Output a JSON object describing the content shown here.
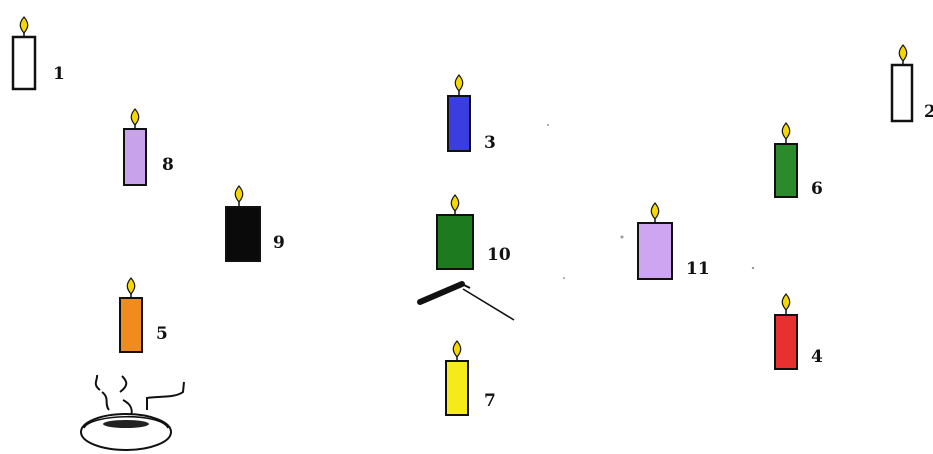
{
  "candles": [
    {
      "label": "1",
      "color": "#ffffff"
    },
    {
      "label": "2",
      "color": "#ffffff"
    },
    {
      "label": "3",
      "color": "#3a3ee0"
    },
    {
      "label": "4",
      "color": "#e83030"
    },
    {
      "label": "5",
      "color": "#f08c1e"
    },
    {
      "label": "6",
      "color": "#2b8a2b"
    },
    {
      "label": "7",
      "color": "#f5ea1a"
    },
    {
      "label": "8",
      "color": "#c9a2ec"
    },
    {
      "label": "9",
      "color": "#0a0a0a"
    },
    {
      "label": "10",
      "color": "#1e7a1e"
    },
    {
      "label": "11",
      "color": "#cda5f0"
    }
  ],
  "flame_color": "#f5d800",
  "outline_color": "#111111",
  "items": {
    "incense_burner": {
      "icon": "incense-burner-icon"
    },
    "incense_stick": {
      "icon": "incense-stick-icon"
    }
  }
}
